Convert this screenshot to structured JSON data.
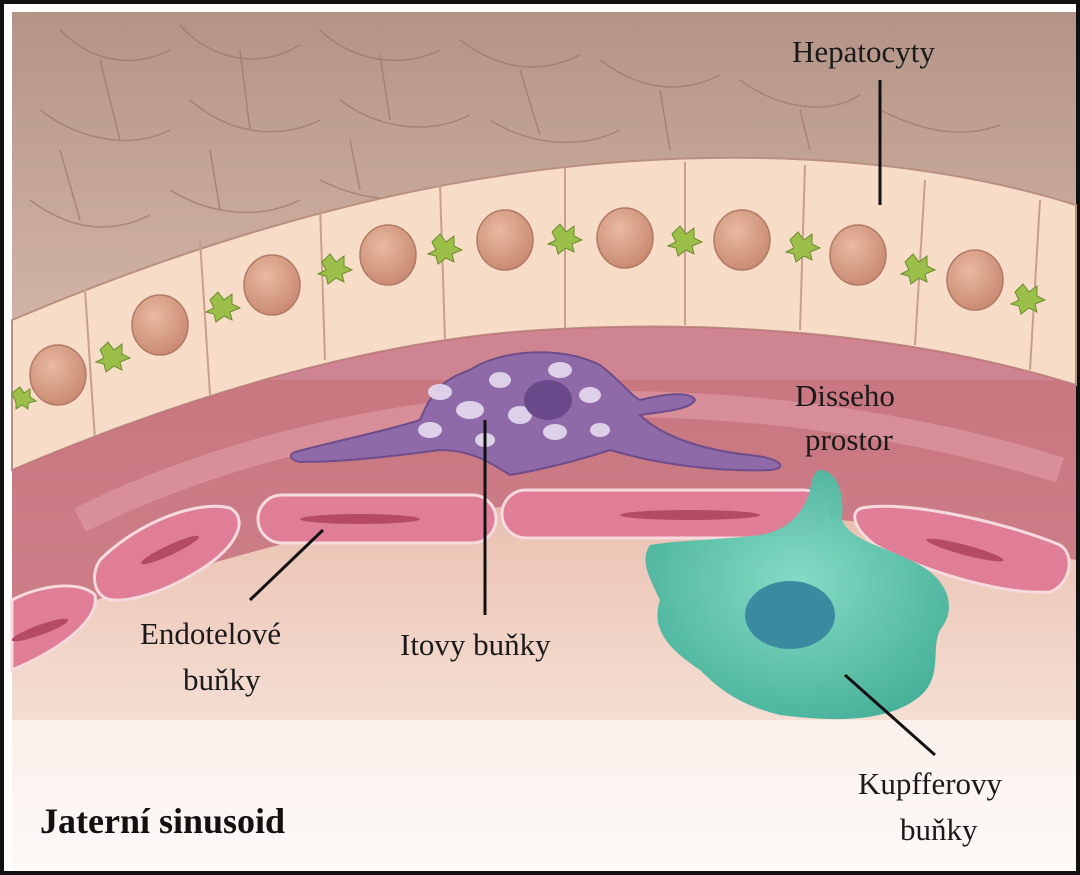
{
  "title": "Jaterní sinusoid",
  "labels": {
    "hepatocyty": "Hepatocyty",
    "disse_line1": "Disseho",
    "disse_line2": "prostor",
    "endo_line1": "Endotelové",
    "endo_line2": "buňky",
    "ito": "Itovy buňky",
    "kupffer_line1": "Kupfferovy",
    "kupffer_line2": "buňky"
  },
  "colors": {
    "hepatocyte_cytoplasm": "#f7dcc8",
    "hepatocyte_nucleus": "#d49a80",
    "liver_surface": "#c8a898",
    "endothelial_cell": "#e07e98",
    "disse_space": "#c6707e",
    "ito_cell": "#8e6aa8",
    "kupffer_cell": "#5fc4b0",
    "sinusoid_lumen": "#f3dcd0",
    "bile_canaliculus": "#9cbf4a"
  }
}
